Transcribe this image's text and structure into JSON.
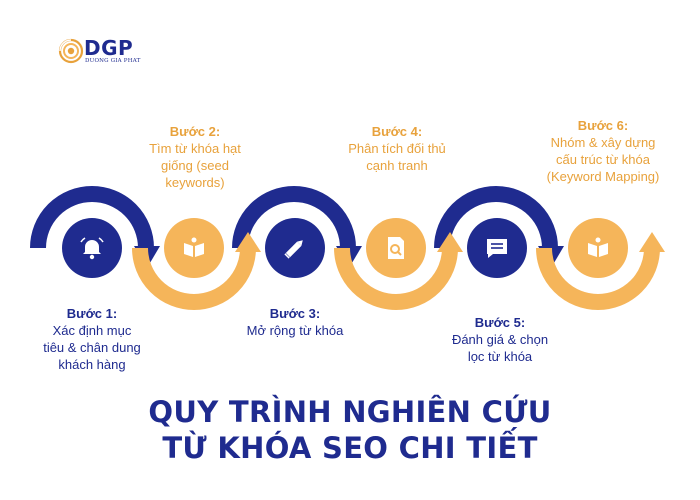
{
  "colors": {
    "navy": "#1f2b8f",
    "orange": "#f5b55a",
    "orange_dark": "#e8a23c",
    "white": "#ffffff"
  },
  "logo": {
    "brand": "DGP",
    "tagline": "DUONG GIA PHAT",
    "icon": "swirl-logo-icon"
  },
  "steps": [
    {
      "title": "Bước 1:",
      "lines": [
        "Xác định mục",
        "tiêu & chân dung",
        "khách hàng"
      ],
      "icon": "bell-icon"
    },
    {
      "title": "Bước 2:",
      "lines": [
        "Tìm từ khóa hạt",
        "giống (seed",
        "keywords)"
      ],
      "icon": "open-book-icon"
    },
    {
      "title": "Bước 3:",
      "lines": [
        "Mở rộng từ khóa"
      ],
      "icon": "pencil-icon"
    },
    {
      "title": "Bước 4:",
      "lines": [
        "Phân tích đối thủ",
        "cạnh tranh"
      ],
      "icon": "document-search-icon"
    },
    {
      "title": "Bước 5:",
      "lines": [
        "Đánh giá & chọn",
        "lọc từ khóa"
      ],
      "icon": "chat-message-icon"
    },
    {
      "title": "Bước 6:",
      "lines": [
        "Nhóm & xây dựng",
        "cấu trúc từ khóa",
        "(Keyword Mapping)"
      ],
      "icon": "open-book-icon"
    }
  ],
  "title": {
    "line1": "QUY TRÌNH NGHIÊN CỨU",
    "line2": "TỪ KHÓA SEO CHI TIẾT"
  }
}
